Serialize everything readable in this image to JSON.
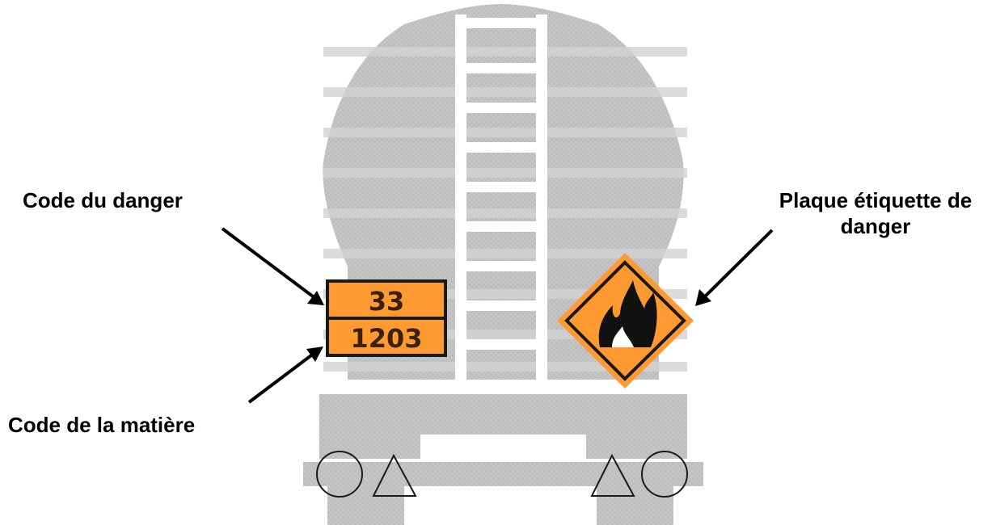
{
  "labels": {
    "hazard_code": "Code du danger",
    "material_code": "Code de la matière",
    "danger_label_line1": "Plaque étiquette de",
    "danger_label_line2": "danger"
  },
  "plate": {
    "hazard_number": "33",
    "un_number": "1203",
    "color": "#ff9a33"
  },
  "pictogram": {
    "icon": "flame-icon",
    "color": "#ff9a33"
  }
}
